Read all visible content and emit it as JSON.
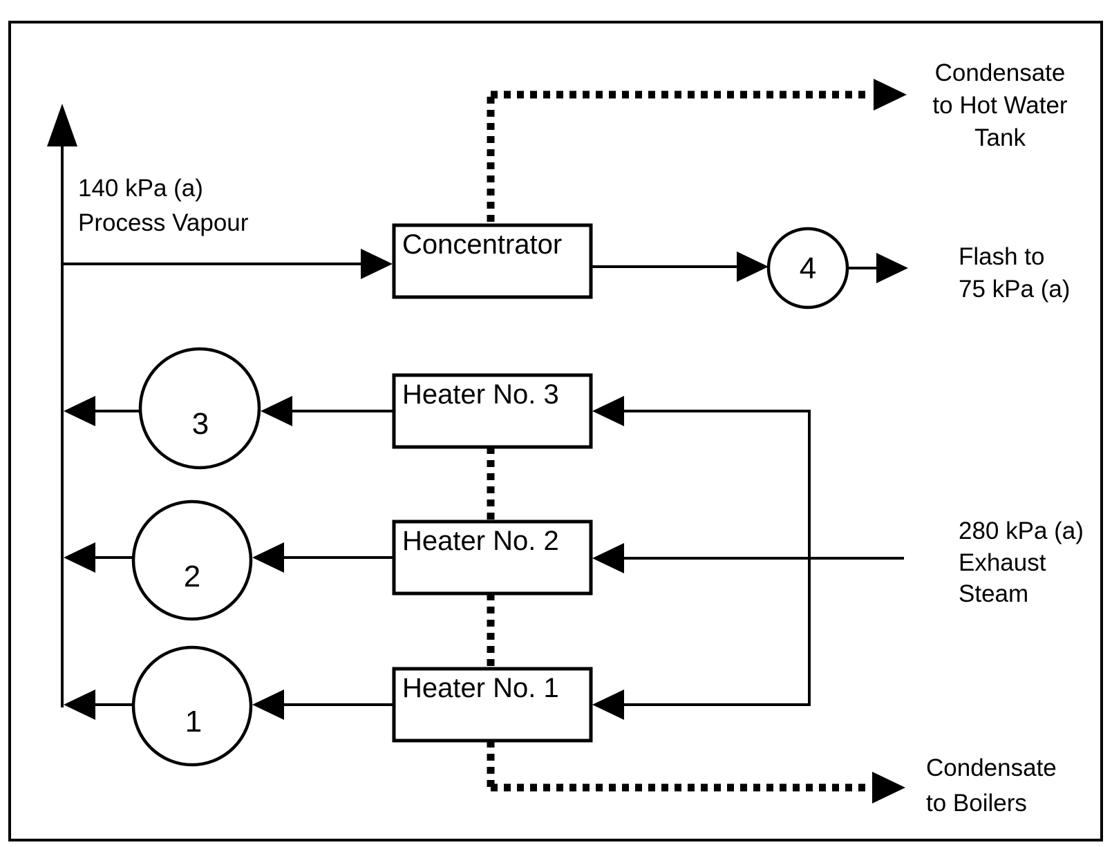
{
  "diagram_type": "process-flow-diagram",
  "colors": {
    "line": "#000000",
    "text": "#000000",
    "background": "#ffffff"
  },
  "equipment": {
    "concentrator": {
      "label": "Concentrator"
    },
    "heater3": {
      "label": "Heater No. 3"
    },
    "heater2": {
      "label": "Heater No. 2"
    },
    "heater1": {
      "label": "Heater No. 1"
    }
  },
  "nodes": {
    "n1": {
      "label": "1"
    },
    "n2": {
      "label": "2"
    },
    "n3": {
      "label": "3"
    },
    "n4": {
      "label": "4"
    }
  },
  "streams": {
    "process_vapour": {
      "line1": "140 kPa (a)",
      "line2": "Process Vapour"
    },
    "condensate_hot_water": {
      "line1": "Condensate",
      "line2": "to Hot Water",
      "line3": "Tank"
    },
    "flash": {
      "line1": "Flash to",
      "line2": "75 kPa (a)"
    },
    "exhaust_steam": {
      "line1": "280 kPa (a)",
      "line2": "Exhaust",
      "line3": "Steam"
    },
    "condensate_boilers": {
      "line1": "Condensate",
      "line2": "to Boilers"
    }
  }
}
